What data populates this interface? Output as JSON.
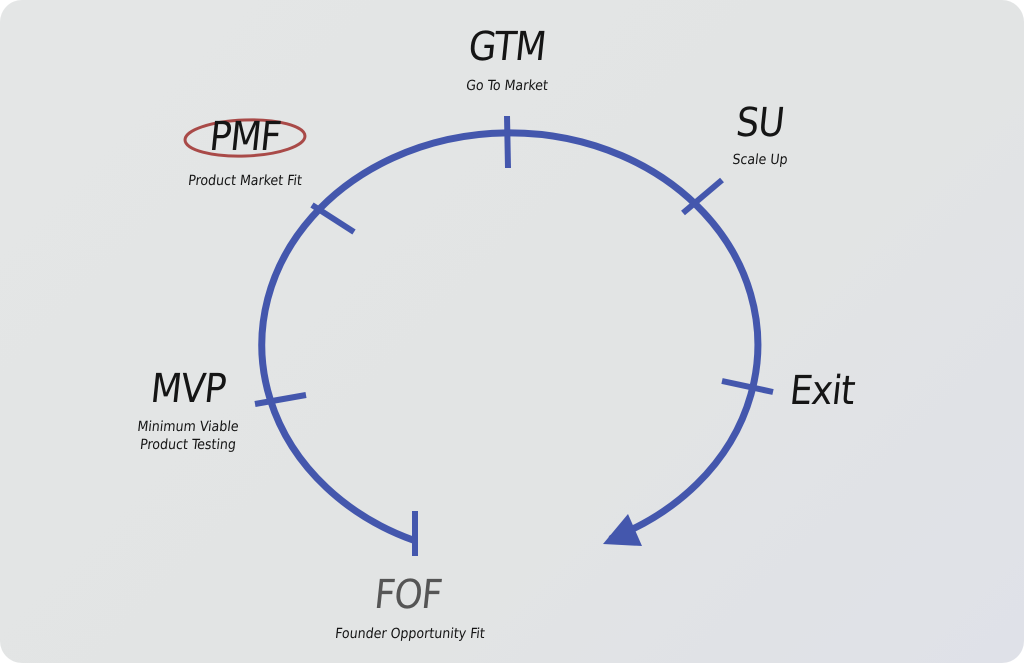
{
  "colors": {
    "arc": "#4457ad",
    "highlight": "#a94a48",
    "text": "#151515"
  },
  "stages": [
    {
      "id": "fof",
      "abbr": "FOF",
      "name": "Founder Opportunity Fit"
    },
    {
      "id": "mvp",
      "abbr": "MVP",
      "name_line1": "Minimum Viable",
      "name_line2": "Product Testing"
    },
    {
      "id": "pmf",
      "abbr": "PMF",
      "name": "Product Market Fit",
      "highlighted": true
    },
    {
      "id": "gtm",
      "abbr": "GTM",
      "name": "Go To Market"
    },
    {
      "id": "su",
      "abbr": "SU",
      "name": "Scale Up"
    },
    {
      "id": "exit",
      "abbr": "Exit"
    }
  ]
}
